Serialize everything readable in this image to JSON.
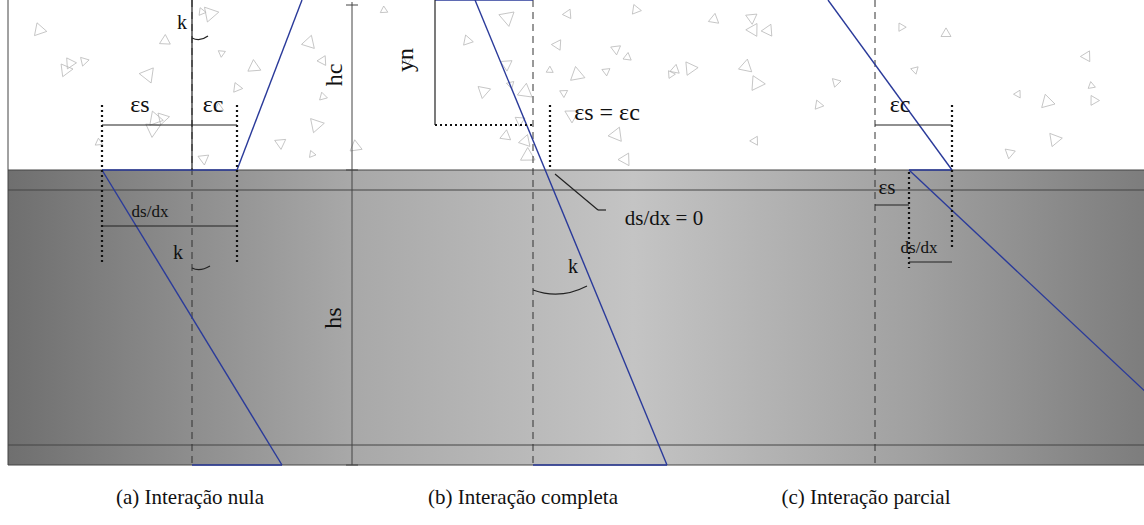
{
  "diagram": {
    "labels": [
      "k",
      "εs",
      "εc",
      "hc",
      "ds/dx",
      "k",
      "yn",
      "εs = εc",
      "ds/dx = 0",
      "k",
      "hs",
      "εc",
      "εs",
      "ds/dx",
      "(a) Interação nula",
      "(b) Interação completa",
      "(c) Interação parcial"
    ]
  }
}
